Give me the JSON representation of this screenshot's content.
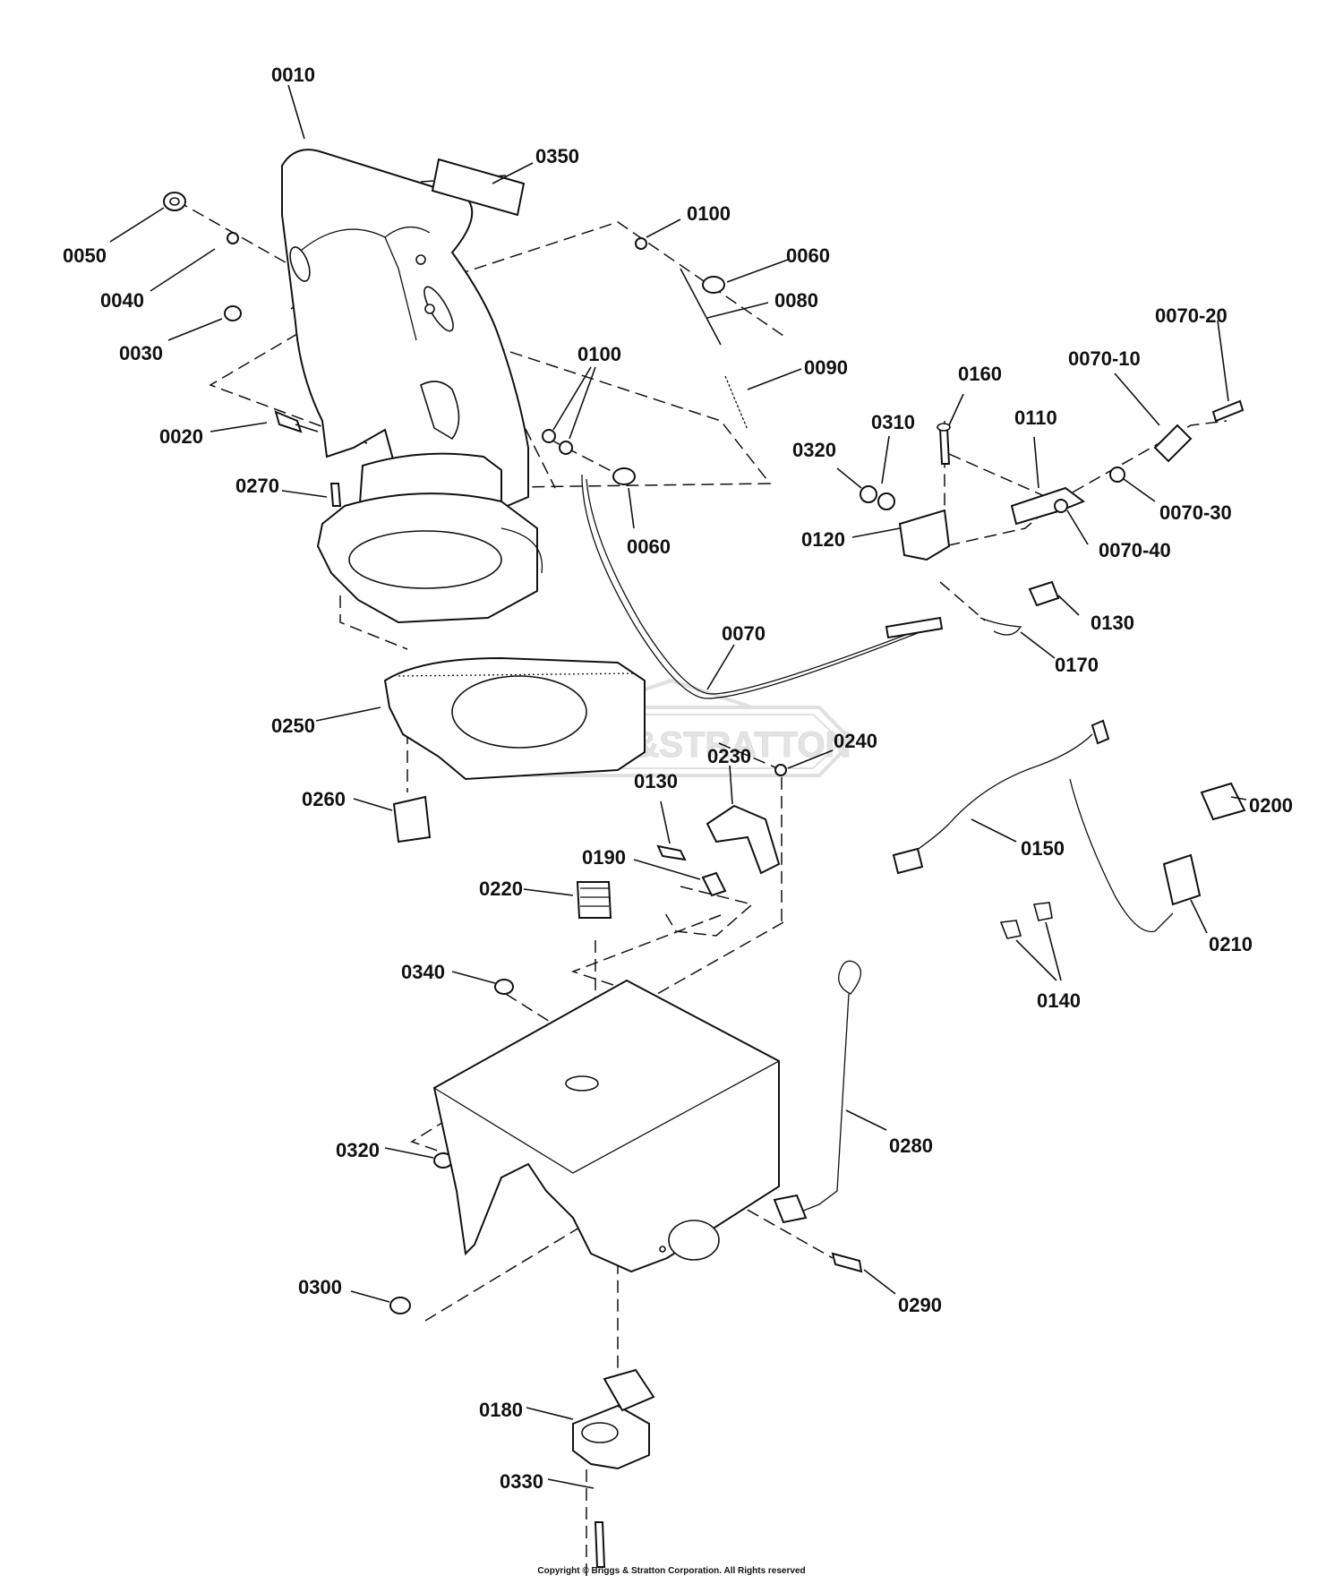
{
  "watermark": {
    "text": "BRIGGS&STRATTON"
  },
  "copyright": "Copyright © Briggs & Stratton Corporation. All Rights reserved",
  "labels": {
    "p0010": "0010",
    "p0350": "0350",
    "p0050": "0050",
    "p0040": "0040",
    "p0030": "0030",
    "p0020": "0020",
    "p0270": "0270",
    "p0100a": "0100",
    "p0060a": "0060",
    "p0080": "0080",
    "p0090": "0090",
    "p0100b": "0100",
    "p0060b": "0060",
    "p0070-20": "0070-20",
    "p0070-10": "0070-10",
    "p0160": "0160",
    "p0110": "0110",
    "p0310": "0310",
    "p0320a": "0320",
    "p0120": "0120",
    "p0070-30": "0070-30",
    "p0070-40": "0070-40",
    "p0130a": "0130",
    "p0170": "0170",
    "p0070": "0070",
    "p0250": "0250",
    "p0230": "0230",
    "p0240": "0240",
    "p0260": "0260",
    "p0130b": "0130",
    "p0190": "0190",
    "p0220": "0220",
    "p0200": "0200",
    "p0150": "0150",
    "p0210": "0210",
    "p0140": "0140",
    "p0340": "0340",
    "p0280": "0280",
    "p0320b": "0320",
    "p0300": "0300",
    "p0290": "0290",
    "p0180": "0180",
    "p0330": "0330"
  }
}
